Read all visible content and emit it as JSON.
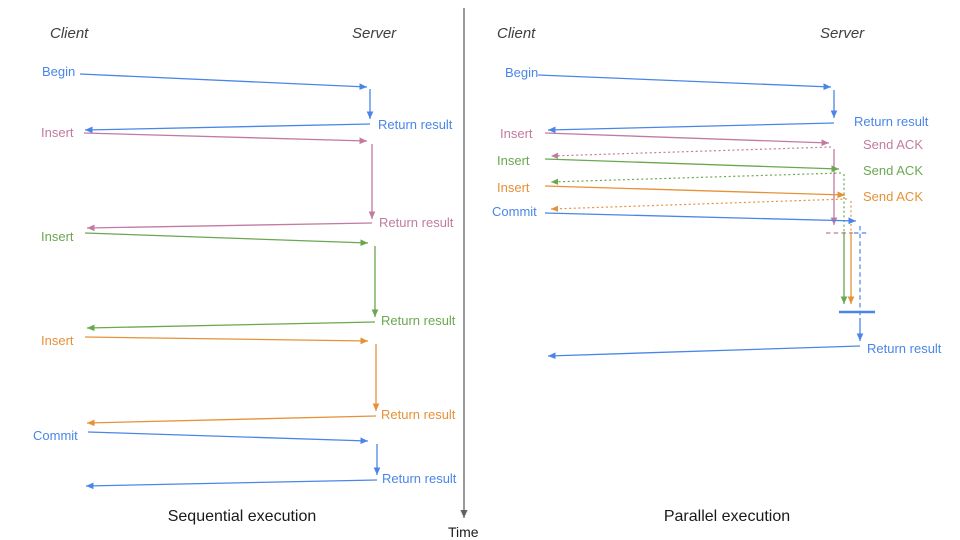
{
  "colors": {
    "blue": "#4a86e8",
    "pink": "#c27ba0",
    "green": "#6aa84f",
    "orange": "#e69138",
    "axis": "#5f6368",
    "heading": "#3c4043",
    "caption": "#1a1a1a"
  },
  "time_axis": {
    "label": "Time"
  },
  "panels": {
    "sequential": {
      "client_header": "Client",
      "server_header": "Server",
      "caption": "Sequential execution",
      "messages": [
        {
          "request": "Begin",
          "response": "Return result"
        },
        {
          "request": "Insert",
          "response": "Return result"
        },
        {
          "request": "Insert",
          "response": "Return result"
        },
        {
          "request": "Insert",
          "response": "Return result"
        },
        {
          "request": "Commit",
          "response": "Return result"
        }
      ]
    },
    "parallel": {
      "client_header": "Client",
      "server_header": "Server",
      "caption": "Parallel execution",
      "messages": [
        {
          "request": "Begin",
          "response": "Return result"
        },
        {
          "request": "Insert",
          "response": "Send ACK"
        },
        {
          "request": "Insert",
          "response": "Send ACK"
        },
        {
          "request": "Insert",
          "response": "Send ACK"
        },
        {
          "request": "Commit",
          "response": "Return result"
        }
      ]
    }
  }
}
